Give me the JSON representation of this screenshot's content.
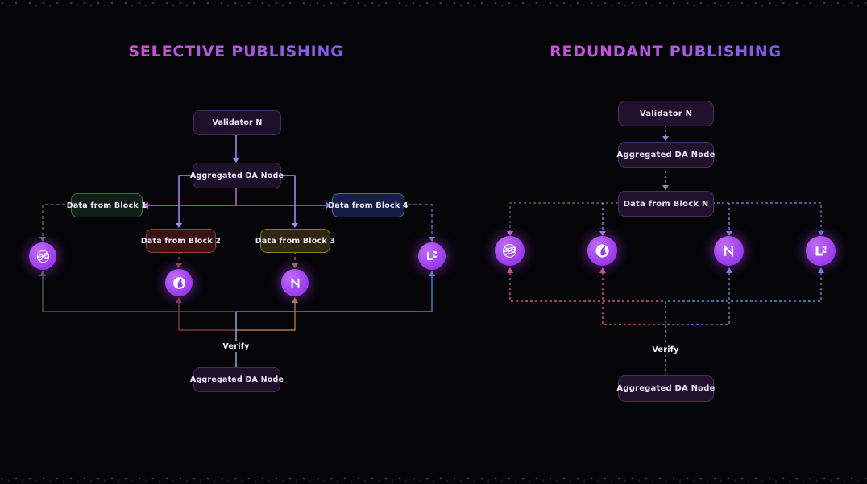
{
  "left_diagram": {
    "title": "SELECTIVE PUBLISHING",
    "validator": "Validator N",
    "aggregated_da_top": "Aggregated DA Node",
    "blocks": [
      "Data from Block 1",
      "Data from Block 2",
      "Data from Block 3",
      "Data from Block 4"
    ],
    "da_layers": [
      "wireframe-sphere",
      "celestia-orb",
      "near-n",
      "pixel-l2"
    ],
    "verify": "Verify",
    "aggregated_da_bottom": "Aggregated DA Node"
  },
  "right_diagram": {
    "title": "REDUNDANT PUBLISHING",
    "validator": "Validator N",
    "aggregated_da_top": "Aggregated DA Node",
    "block": "Data from Block N",
    "da_layers": [
      "wireframe-sphere",
      "celestia-orb",
      "near-n",
      "pixel-l2"
    ],
    "verify": "Verify",
    "aggregated_da_bottom": "Aggregated DA Node"
  },
  "colors": {
    "background": "#050508",
    "title_gradient_start": "#d14fd8",
    "title_gradient_end": "#7a5df0",
    "purple_node_bg": "#1f1029",
    "purple_node_border": "#45295f",
    "block1_green": "#3c6b4a",
    "block2_red": "#8a4343",
    "block3_yellow": "#8a7a35",
    "block4_blue": "#4a69b5",
    "da_circle_purple": "#a244ef",
    "arrow_lavender": "#a78bfa",
    "rail_green": "#47604f",
    "rail_red": "#7a3b3b",
    "rail_orange": "#b07840",
    "rail_blue": "#5b84c4",
    "redundant_rail_pink": "#c75d7a",
    "redundant_rail_blue": "#5f8fd9",
    "center_drop_left": "#9fb0e0",
    "center_drop_right": "#a775d0"
  }
}
